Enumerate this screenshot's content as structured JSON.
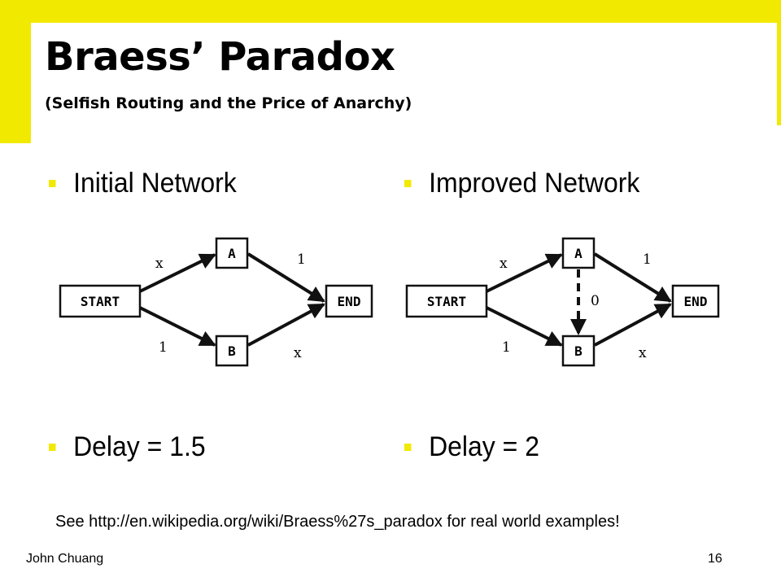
{
  "slide": {
    "title": "Braess’ Paradox",
    "subtitle": "(Selfish Routing and the Price of Anarchy)",
    "accent_color": "#F2E900",
    "left": {
      "heading": "Initial Network",
      "delay": "Delay = 1.5",
      "nodes": {
        "start": "START",
        "a": "A",
        "b": "B",
        "end": "END"
      },
      "edges": {
        "start_a": "x",
        "a_end": "1",
        "start_b": "1",
        "b_end": "x"
      }
    },
    "right": {
      "heading": "Improved Network",
      "delay": "Delay = 2",
      "nodes": {
        "start": "START",
        "a": "A",
        "b": "B",
        "end": "END"
      },
      "edges": {
        "start_a": "x",
        "a_end": "1",
        "a_b": "0",
        "start_b": "1",
        "b_end": "x"
      }
    },
    "footnote": "See http://en.wikipedia.org/wiki/Braess%27s_paradox for real world examples!",
    "author": "John Chuang",
    "page_number": "16"
  }
}
